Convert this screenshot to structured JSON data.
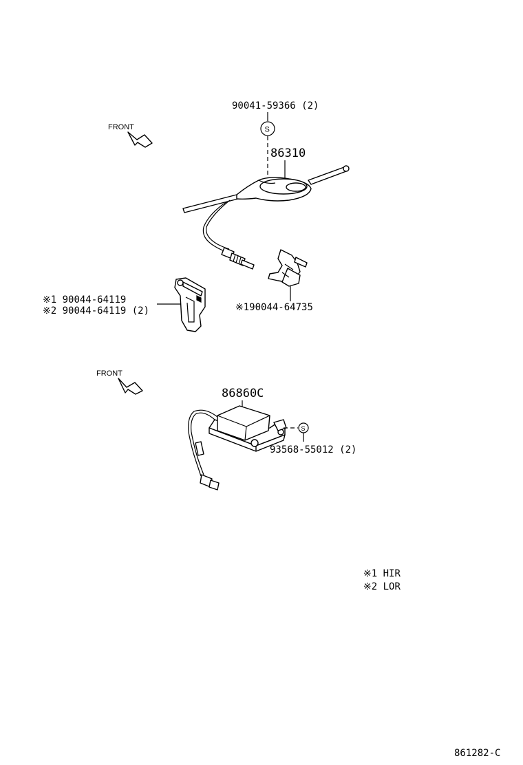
{
  "front_labels": [
    "FRONT",
    "FRONT"
  ],
  "parts": {
    "bolt_top": "90041-59366 (2)",
    "antenna": "86310",
    "bracket_left_1": "※1 90044-64119",
    "bracket_left_2": "※2 90044-64119 (2)",
    "clip_right": "※190044-64735",
    "amplifier": "86860C",
    "screw_amp": "93568-55012 (2)"
  },
  "symbol_s": "S",
  "legend": [
    "※1 HIR",
    "※2 LOR"
  ],
  "diagram_id": "861282-C"
}
